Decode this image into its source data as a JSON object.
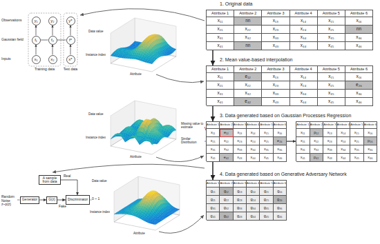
{
  "diagram": {
    "nodes": [
      {
        "text": [
          "Attribute 1",
          "Attribute 2",
          "Attribute 3",
          "Attribute 4",
          "Attribute 5",
          "Attribute 6",
          "x₁₁",
          "nn",
          "x₁₃",
          "x₁₄",
          "x₁₅",
          "x₁₆",
          "x₂₁",
          "x₂₂",
          "x₂₃",
          "x₂₄",
          "x₂₅",
          "nn",
          "x₃₁",
          "x₃₂",
          "x₃₃",
          "x₃₄",
          "x₃₅",
          "x₃₆",
          "x₄₁",
          "nn",
          "x₄₃",
          "x₄₄",
          "x₄₅",
          "x₄₆"
        ]
      },
      {
        "text": [
          "Attribute 1",
          "Attribute 2",
          "Attribute 3",
          "Attribute 4",
          "Attribute 5",
          "Attribute 6",
          "x₁₁",
          "e₁₂",
          "x₁₃",
          "x₁₄",
          "x₁₅",
          "x₁₆",
          "x₂₁",
          "x₂₂",
          "x₂₃",
          "x₂₄",
          "x₂₅",
          "e₂₆",
          "x₃₁",
          "x₃₂",
          "x₃₃",
          "x₃₄",
          "x₃₅",
          "x₃₆",
          "x₄₁",
          "e₄₂",
          "x₄₃",
          "x₄₄",
          "x₄₅",
          "x₄₆"
        ]
      },
      {
        "text": [
          "Attribute 1",
          "Attribute 2",
          "Attribute 3",
          "Attribute 4",
          "Attribute 5",
          "Attribute 6",
          "x₁₁",
          "e₁₂",
          "x₁₃",
          "x₁₄",
          "x₁₅",
          "x₁₆",
          "x₂₁",
          "x₂₂",
          "x₂₃",
          "x₂₄",
          "x₂₅",
          "e₂₆",
          "x₃₁",
          "x₃₂",
          "x₃₃",
          "x₃₄",
          "x₃₅",
          "x₃₆",
          "x₄₁",
          "e₄₂",
          "x₄₃",
          "x₄₄",
          "x₄₅",
          "x₄₆"
        ]
      },
      {
        "text": [
          "Attribute 1",
          "Attribute 2",
          "Attribute 3",
          "Attribute 4",
          "Attribute 5",
          "Attribute 6",
          "x₁₁",
          "p₁₂",
          "x₁₃",
          "x₁₄",
          "x₁₅",
          "x₁₆",
          "x₂₁",
          "x₂₂",
          "x₂₃",
          "x₂₄",
          "x₂₅",
          "p₂₆",
          "x₃₁",
          "x₃₂",
          "x₃₃",
          "x₃₄",
          "x₃₅",
          "x₃₆",
          "x₄₁",
          "p₄₂",
          "x₄₃",
          "x₄₄",
          "x₄₅",
          "x₄₆"
        ]
      },
      {
        "text": [
          "Attribute 1",
          "Attribute 2",
          "Attribute 3",
          "Attribute 4",
          "Attribute 5",
          "Attribute 6",
          "g₁₁",
          "g₁₂",
          "g₁₃",
          "g₁₄",
          "g₁₅",
          "g₁₆",
          "g₂₁",
          "g₂₂",
          "g₂₃",
          "g₂₄",
          "g₂₅",
          "g₂₆",
          "g₃₁",
          "g₃₂",
          "g₃₃",
          "g₃₄",
          "g₃₅",
          "g₃₆",
          "g₄₁",
          "g₄₂",
          "g₄₃",
          "g₄₄",
          "g₄₅",
          "g₄₆"
        ]
      },
      {
        "text": [
          "y₁"
        ]
      },
      {
        "text": [
          "y₂"
        ]
      },
      {
        "text": [
          "y*"
        ]
      },
      {
        "text": [
          "f₁"
        ]
      },
      {
        "text": [
          "f₂"
        ]
      },
      {
        "text": [
          "f*"
        ]
      },
      {
        "text": [
          "x₁"
        ]
      },
      {
        "text": [
          "x₂"
        ]
      },
      {
        "text": [
          "x*"
        ]
      },
      {
        "text": [
          "A sample from data"
        ]
      },
      {
        "text": [
          "Generator"
        ]
      },
      {
        "text": [
          "G(z)"
        ]
      },
      {
        "text": [
          "Discriminator"
        ]
      }
    ],
    "edges": [
      {
        "from": 0,
        "to": 1,
        "arrow": "to"
      },
      {
        "from": 1,
        "to": 2,
        "arrow": "to"
      },
      {
        "from": 2,
        "to": 3,
        "arrow": "to"
      },
      {
        "from": 2,
        "to": 4,
        "arrow": "to"
      },
      {
        "from": 11,
        "to": 8,
        "arrow": "to"
      },
      {
        "from": 12,
        "to": 9,
        "arrow": "to"
      },
      {
        "from": 13,
        "to": 10,
        "arrow": "to"
      },
      {
        "from": 8,
        "to": 5,
        "arrow": "to"
      },
      {
        "from": 9,
        "to": 6,
        "arrow": "to"
      },
      {
        "from": 10,
        "to": 7,
        "arrow": "to"
      },
      {
        "from": 8,
        "to": 9,
        "arrow": "none"
      },
      {
        "from": 9,
        "to": 10,
        "arrow": "none"
      },
      {
        "from": 15,
        "to": 16,
        "arrow": "to"
      },
      {
        "from": 16,
        "to": 17,
        "arrow": "to",
        "label": "Fake"
      },
      {
        "from": 14,
        "to": 17,
        "arrow": "to",
        "label": "Real"
      }
    ],
    "labels": [
      "1. Original data",
      "2. Mean value-based interpolation",
      "3. Data generated based on Gaussian Processes Regression",
      "4. Data generated based on Generative Adversary Network",
      "Observations",
      "Gaussian field",
      "Inputs",
      "Training data",
      "Test data",
      "Data value",
      "Instance index",
      "Attribute",
      "Data value",
      "Instance index",
      "Attribute",
      "Data value",
      "Instance index",
      "Attribute",
      "Missing value to estimate",
      "Similar Distribution",
      "Random Noise z~p(z)",
      "0 ~ 1"
    ]
  }
}
